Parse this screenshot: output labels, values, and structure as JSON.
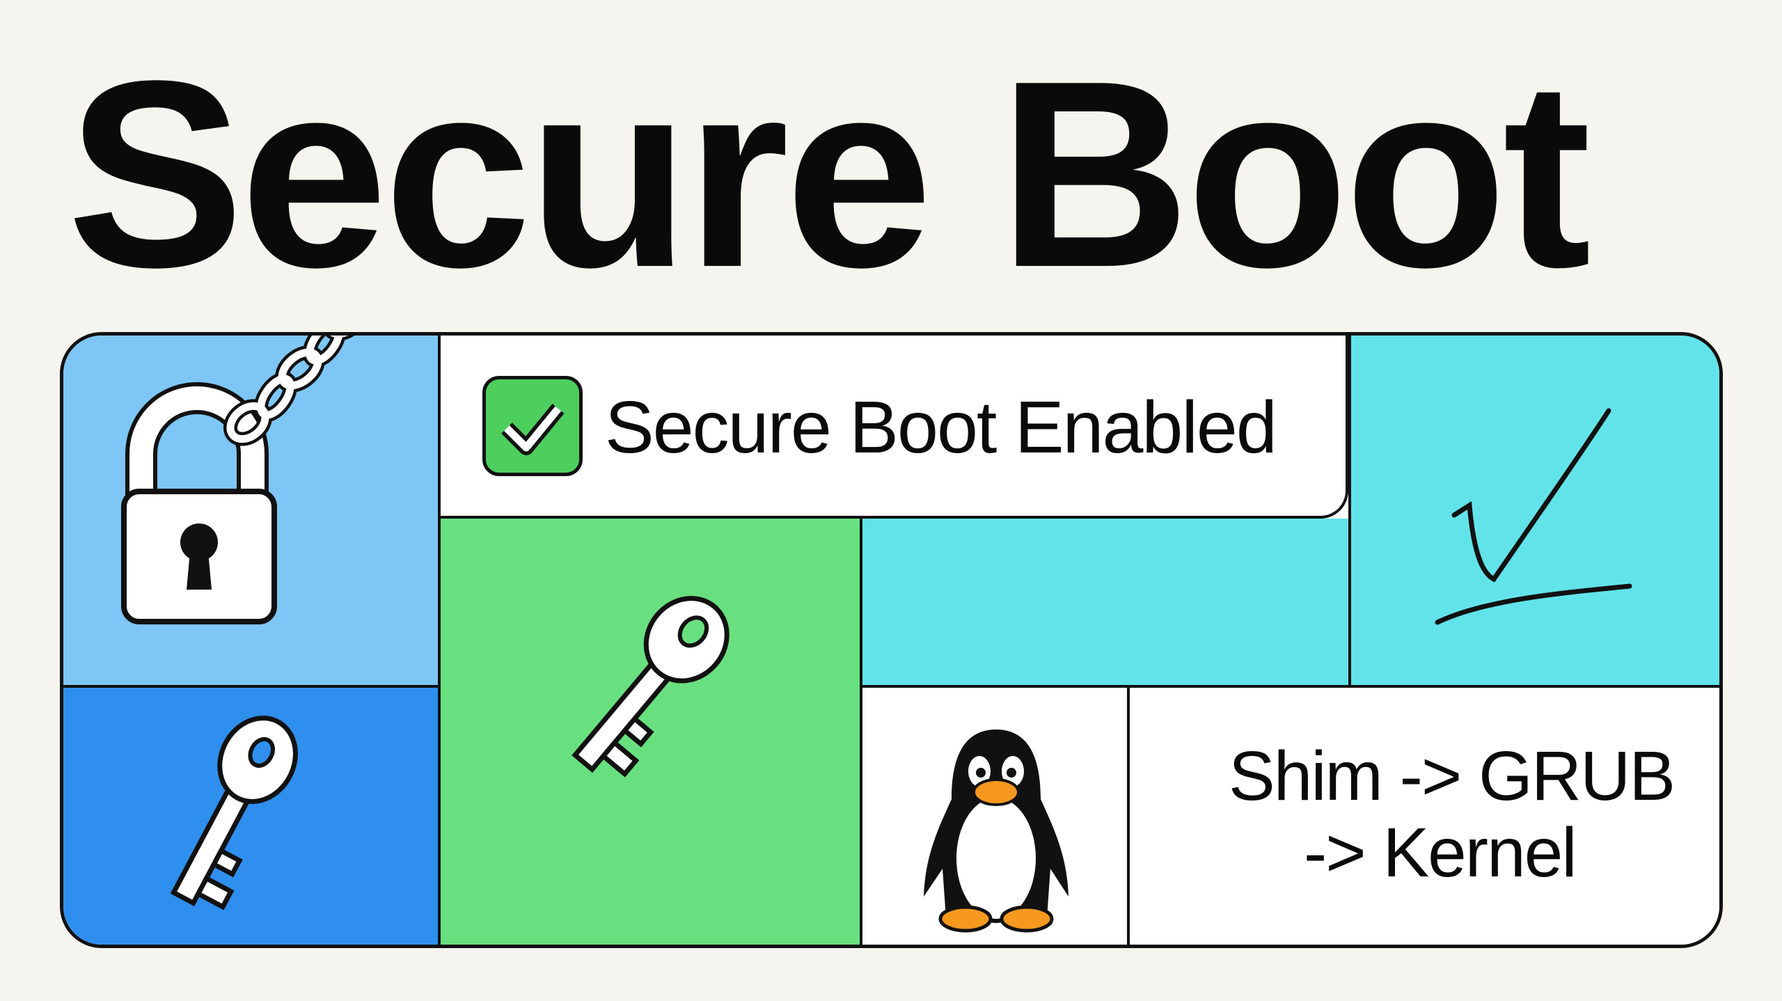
{
  "title": "Secure Boot",
  "status": {
    "label": "Secure Boot Enabled",
    "icon": "checkbox-checked-icon"
  },
  "boot_chain": {
    "line1": "Shim -> GRUB",
    "line2": "-> Kernel"
  },
  "icons": {
    "lock": "padlock-icon",
    "chain": "chain-icon",
    "key_blue": "key-icon",
    "key_green": "key-icon",
    "check": "handwritten-check-icon",
    "penguin": "tux-penguin-icon"
  },
  "colors": {
    "background": "#f5f4ee",
    "light_blue": "#7ec6f5",
    "blue": "#2f8fee",
    "green": "#69e07f",
    "cyan": "#62e3ea",
    "check_green": "#4ccf5c",
    "beak_orange": "#f7981f"
  }
}
